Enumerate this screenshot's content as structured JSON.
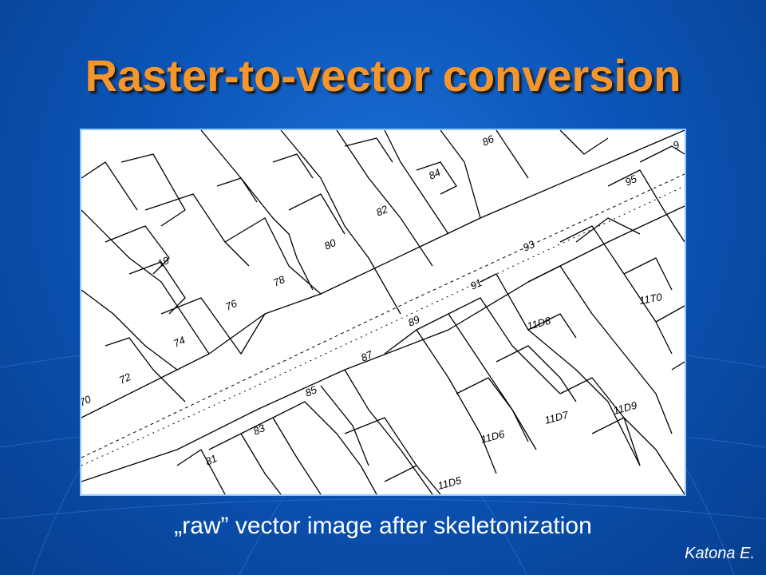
{
  "slide": {
    "title": "Raster-to-vector conversion",
    "caption": "„raw” vector image after skeletonization",
    "author": "Katona E.",
    "title_color": "#f5962d",
    "background_color": "#0b55b8",
    "frame_color": "#8fc6ff"
  },
  "map": {
    "parcel_labels": [
      "86",
      "84",
      "82",
      "80",
      "78",
      "76",
      "74",
      "72",
      "70",
      "19",
      "95",
      "93",
      "91",
      "89",
      "87",
      "85",
      "83",
      "81",
      "11D5",
      "11D6",
      "11D7",
      "11D8",
      "11D9",
      "11T0",
      "9"
    ]
  }
}
